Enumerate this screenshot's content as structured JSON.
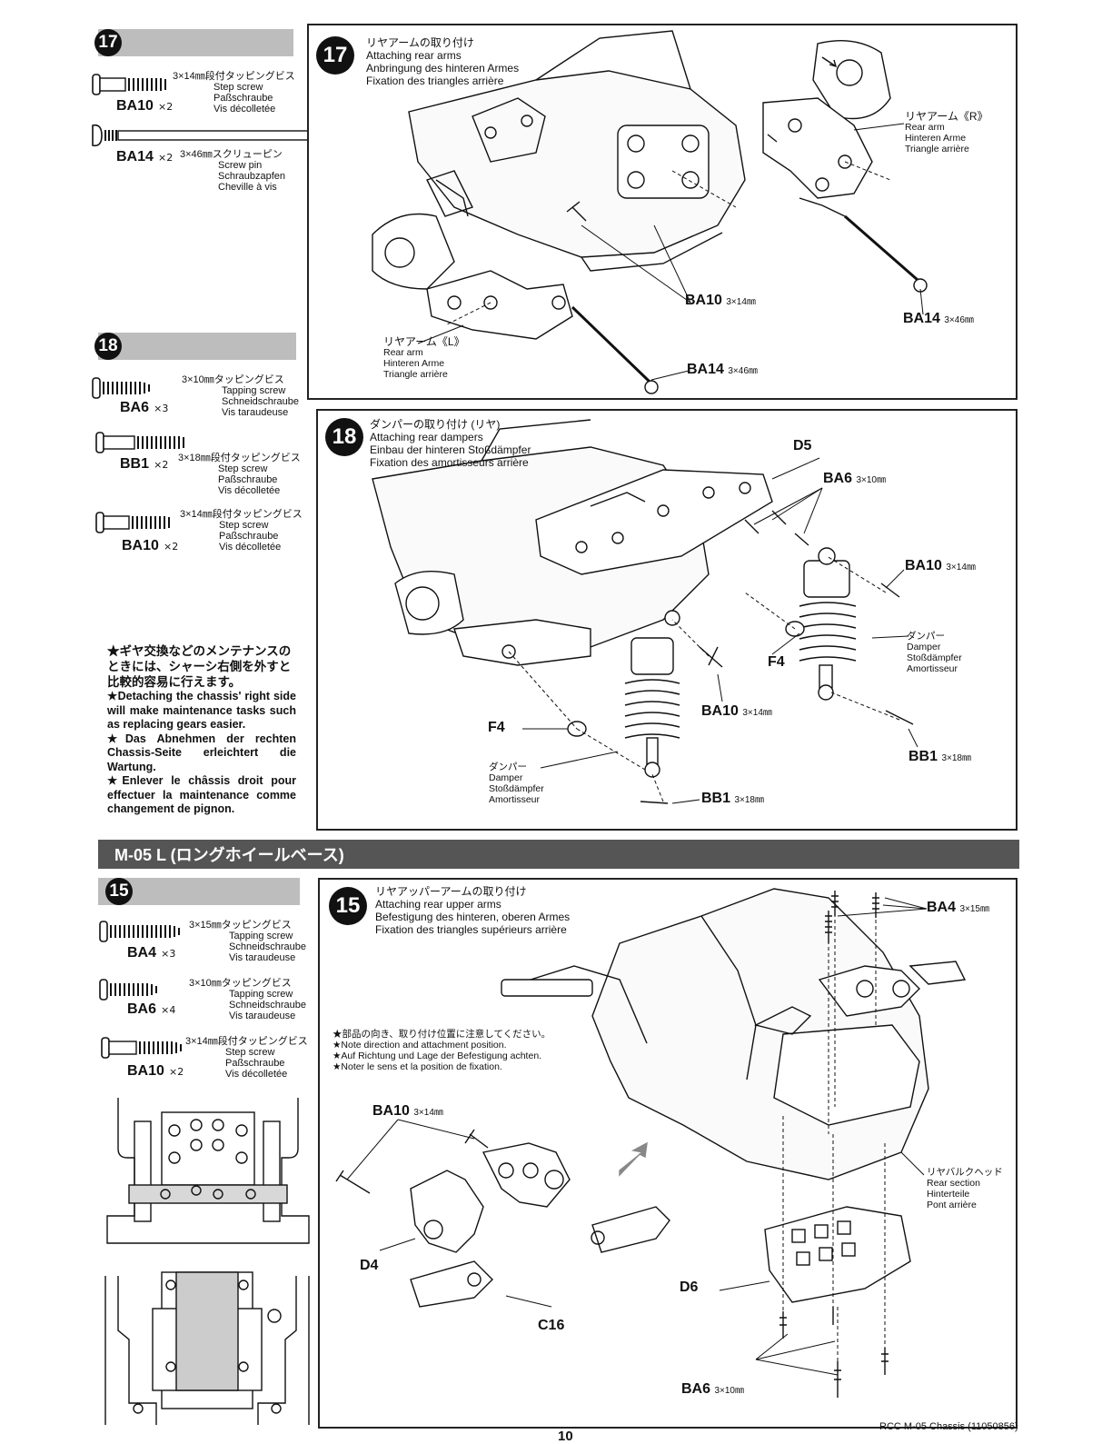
{
  "step17": {
    "num": "17",
    "parts": [
      {
        "code": "BA10",
        "qty": "×2",
        "size": "3×14㎜段付タッピングビス",
        "en": "Step screw",
        "de": "Paßschraube",
        "fr": "Vis décolletée"
      },
      {
        "code": "BA14",
        "qty": "×2",
        "size": "3×46㎜スクリューピン",
        "en": "Screw pin",
        "de": "Schraubzapfen",
        "fr": "Cheville à vis"
      }
    ],
    "title": {
      "jp": "リヤアームの取り付け",
      "en": "Attaching rear arms",
      "de": "Anbringung des hinteren Armes",
      "fr": "Fixation des triangles arrière"
    },
    "labels": {
      "rear_arm_r": {
        "jp": "リヤアーム《R》",
        "en": "Rear arm",
        "de": "Hinteren Arme",
        "fr": "Triangle arrière"
      },
      "rear_arm_l": {
        "jp": "リヤアーム《L》",
        "en": "Rear arm",
        "de": "Hinteren Arme",
        "fr": "Triangle arrière"
      },
      "ba10": {
        "code": "BA10",
        "size": "3×14㎜"
      },
      "ba14_right": {
        "code": "BA14",
        "size": "3×46㎜"
      },
      "ba14_bottom": {
        "code": "BA14",
        "size": "3×46㎜"
      }
    }
  },
  "step18": {
    "num": "18",
    "parts": [
      {
        "code": "BA6",
        "qty": "×3",
        "size": "3×10㎜タッピングビス",
        "en": "Tapping screw",
        "de": "Schneidschraube",
        "fr": "Vis taraudeuse"
      },
      {
        "code": "BB1",
        "qty": "×2",
        "size": "3×18㎜段付タッピングビス",
        "en": "Step screw",
        "de": "Paßschraube",
        "fr": "Vis décolletée"
      },
      {
        "code": "BA10",
        "qty": "×2",
        "size": "3×14㎜段付タッピングビス",
        "en": "Step screw",
        "de": "Paßschraube",
        "fr": "Vis décolletée"
      }
    ],
    "title": {
      "jp": "ダンパーの取り付け (リヤ)",
      "en": "Attaching rear dampers",
      "de": "Einbau der hinteren Stoßdämpfer",
      "fr": "Fixation des amortisseurs arrière"
    },
    "labels": {
      "d5": "D5",
      "ba6": {
        "code": "BA6",
        "size": "3×10㎜"
      },
      "ba10_right": {
        "code": "BA10",
        "size": "3×14㎜"
      },
      "ba10_mid": {
        "code": "BA10",
        "size": "3×14㎜"
      },
      "f4_right": "F4",
      "f4_left": "F4",
      "bb1_right": {
        "code": "BB1",
        "size": "3×18㎜"
      },
      "bb1_bottom": {
        "code": "BB1",
        "size": "3×18㎜"
      },
      "damper_right": {
        "jp": "ダンパー",
        "en": "Damper",
        "de": "Stoßdämpfer",
        "fr": "Amortisseur"
      },
      "damper_left": {
        "jp": "ダンパー",
        "en": "Damper",
        "de": "Stoßdämpfer",
        "fr": "Amortisseur"
      }
    }
  },
  "note": {
    "jp": "★ギヤ交換などのメンテナンスのときには、シャーシ右側を外すと比較的容易に行えます。",
    "en": "★Detaching the chassis' right side will make maintenance tasks such as replacing gears easier.",
    "de": "★Das Abnehmen der rechten Chassis-Seite erleichtert die Wartung.",
    "fr": "★Enlever le châssis droit pour effectuer la maintenance comme changement de pignon."
  },
  "banner": "M-05 L (ロングホイールベース)",
  "step15": {
    "num": "15",
    "parts": [
      {
        "code": "BA4",
        "qty": "×3",
        "size": "3×15㎜タッピングビス",
        "en": "Tapping screw",
        "de": "Schneidschraube",
        "fr": "Vis taraudeuse"
      },
      {
        "code": "BA6",
        "qty": "×4",
        "size": "3×10㎜タッピングビス",
        "en": "Tapping screw",
        "de": "Schneidschraube",
        "fr": "Vis taraudeuse"
      },
      {
        "code": "BA10",
        "qty": "×2",
        "size": "3×14㎜段付タッピングビス",
        "en": "Step screw",
        "de": "Paßschraube",
        "fr": "Vis décolletée"
      }
    ],
    "title": {
      "jp": "リヤアッパーアームの取り付け",
      "en": "Attaching rear upper arms",
      "de": "Befestigung des hinteren, oberen Armes",
      "fr": "Fixation des triangles supérieurs arrière"
    },
    "caution": {
      "jp": "★部品の向き、取り付け位置に注意してください。",
      "en": "★Note direction and attachment position.",
      "de": "★Auf Richtung und Lage der Befestigung achten.",
      "fr": "★Noter le sens et la position de fixation."
    },
    "labels": {
      "ba4": {
        "code": "BA4",
        "size": "3×15㎜"
      },
      "ba10": {
        "code": "BA10",
        "size": "3×14㎜"
      },
      "ba6": {
        "code": "BA6",
        "size": "3×10㎜"
      },
      "d4": "D4",
      "c16": "C16",
      "d6": "D6",
      "rear_section": {
        "jp": "リヤバルクヘッド",
        "en": "Rear section",
        "de": "Hinterteile",
        "fr": "Pont arrière"
      }
    }
  },
  "footer": {
    "page": "10",
    "doc": "RCC M-05 Chassis (11050856)"
  }
}
